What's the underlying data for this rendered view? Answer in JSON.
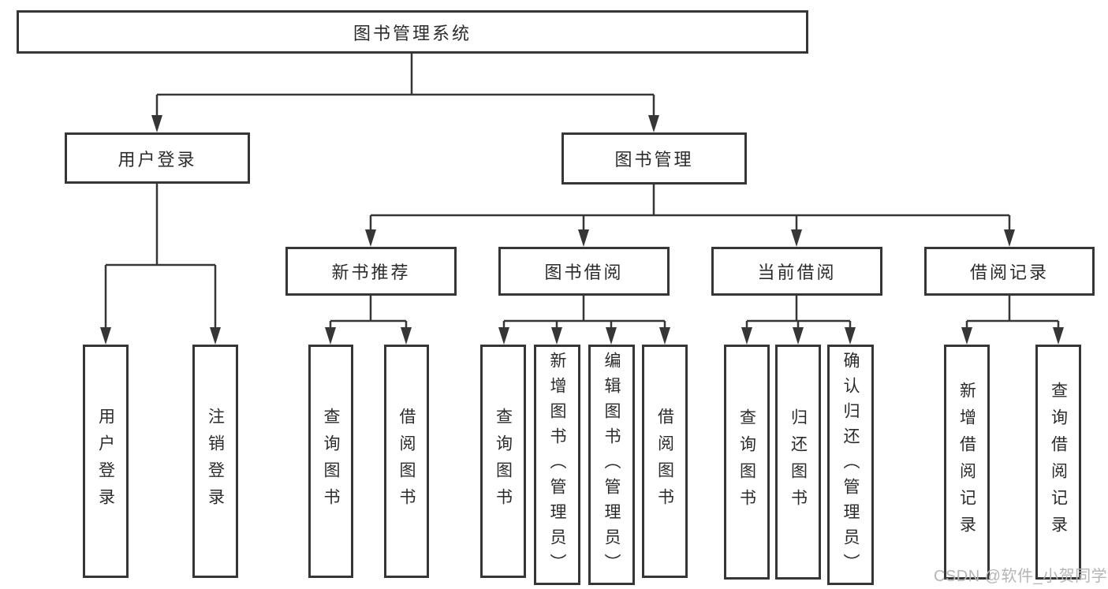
{
  "diagram": {
    "root": {
      "label": "图书管理系统"
    },
    "branches": [
      {
        "label": "用户登录",
        "children": [
          "用户登录",
          "注销登录"
        ]
      },
      {
        "label": "图书管理",
        "children": [
          {
            "label": "新书推荐",
            "children": [
              "查询图书",
              "借阅图书"
            ]
          },
          {
            "label": "图书借阅",
            "children": [
              "查询图书",
              "新增图书（管理员）",
              "编辑图书（管理员）",
              "借阅图书"
            ]
          },
          {
            "label": "当前借阅",
            "children": [
              "查询图书",
              "归还图书",
              "确认归还（管理员）"
            ]
          },
          {
            "label": "借阅记录",
            "children": [
              "新增借阅记录",
              "查询借阅记录"
            ]
          }
        ]
      }
    ]
  },
  "watermark": {
    "text": "CSDN @软件_小贺同学"
  },
  "colors": {
    "line": "#363636",
    "box_border": "#363636",
    "text": "#2b2b2b",
    "watermark": "#b5b5b5",
    "background": "#ffffff"
  }
}
